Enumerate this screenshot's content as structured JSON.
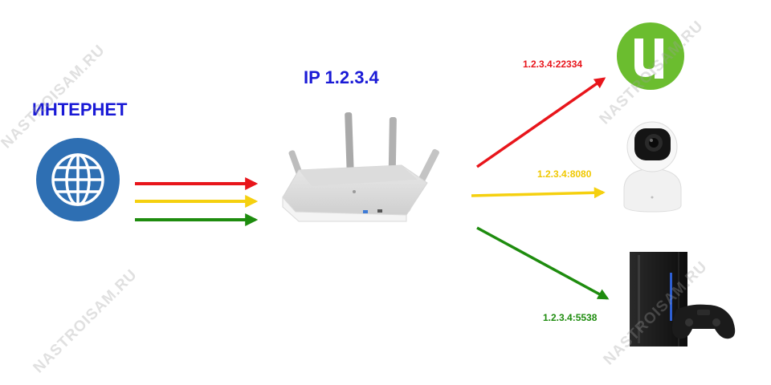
{
  "labels": {
    "internet": "ИНТЕРНЕТ",
    "router_ip": "IP 1.2.3.4",
    "port_torrent": "1.2.3.4:22334",
    "port_camera": "1.2.3.4:8080",
    "port_console": "1.2.3.4:5538"
  },
  "watermark": "NASTROISAM.RU",
  "colors": {
    "red": "#e8151b",
    "yellow": "#f5d00f",
    "green": "#1e8c0e",
    "blue_text": "#1a1ad6",
    "globe": "#2e6fb3",
    "torrent": "#6bbd2f"
  },
  "icons": {
    "internet": "globe-icon",
    "router": "router-icon",
    "torrent": "utorrent-logo",
    "camera": "ip-camera-icon",
    "console": "game-console-icon"
  }
}
